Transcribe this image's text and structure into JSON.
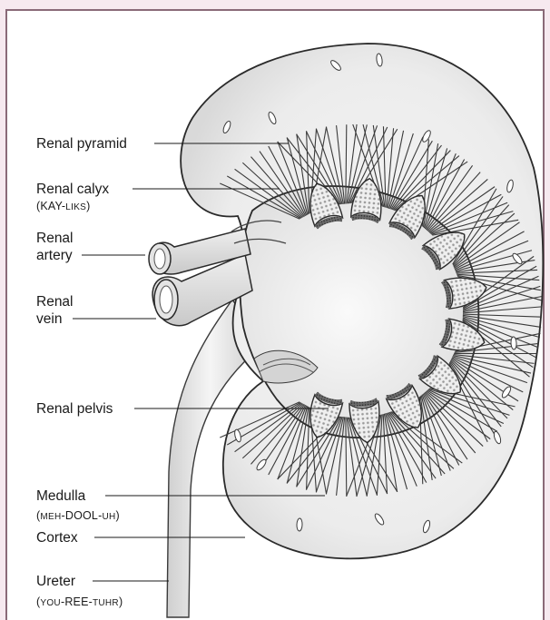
{
  "labels": {
    "pyramid": "Renal pyramid",
    "calyx": "Renal calyx",
    "calyx_pron": {
      "a": "(KAY-",
      "b": "LIKS",
      "c": ")"
    },
    "artery_1": "Renal",
    "artery_2": "artery",
    "vein_1": "Renal",
    "vein_2": "vein",
    "pelvis": "Renal pelvis",
    "medulla": "Medulla",
    "medulla_pron": {
      "a": "(",
      "b": "MEH",
      "c": "-DOOL-",
      "d": "UH",
      "e": ")"
    },
    "cortex": "Cortex",
    "ureter": "Ureter",
    "ureter_pron": {
      "a": "(",
      "b": "YOU",
      "c": "-REE-",
      "d": "TUHR",
      "e": ")"
    }
  },
  "colors": {
    "background": "#f6e9ef",
    "frame": "#8a6a78",
    "kidney_fill": "#f2f2f2",
    "line": "#2a2a2a"
  }
}
